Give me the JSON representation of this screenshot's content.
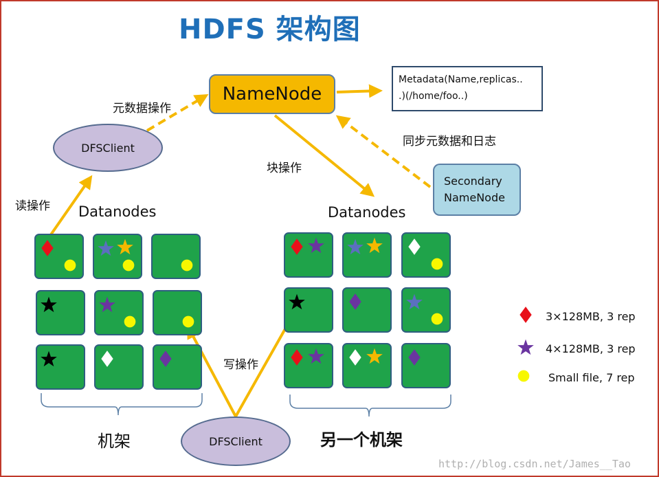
{
  "title": "HDFS 架构图",
  "namenode": {
    "label": "NameNode"
  },
  "metadata": {
    "line1": "Metadata(Name,replicas..",
    "line2": ".)(/home/foo..)"
  },
  "secondary": {
    "line1": "Secondary",
    "line2": "NameNode"
  },
  "client_top": {
    "label": "DFSClient"
  },
  "client_bottom": {
    "label": "DFSClient"
  },
  "labels": {
    "meta_op": "元数据操作",
    "sync": "同步元数据和日志",
    "block_op": "块操作",
    "read_op": "读操作",
    "write_op": "写操作",
    "datanodes_left": "Datanodes",
    "datanodes_right": "Datanodes",
    "rack_left": "机架",
    "rack_right": "另一个机架"
  },
  "legend": [
    {
      "symbol": "diamond",
      "color": "#e8101a",
      "text": "3×128MB, 3 rep"
    },
    {
      "symbol": "star",
      "color": "#6a35a0",
      "text": "4×128MB, 3 rep"
    },
    {
      "symbol": "circle",
      "color": "#f7f700",
      "text": "Small file, 7 rep"
    }
  ],
  "colors": {
    "title": "#1f6fb8",
    "namenode": "#f5b800",
    "datanode": "#1fa34a",
    "client": "#c9bedc",
    "secondary": "#add8e6",
    "arrow": "#f5b800",
    "red": "#e8101a",
    "purple": "#6a35a0",
    "blue": "#5b6fbf",
    "yellow_star": "#f5b800",
    "white": "#ffffff",
    "black": "#000000",
    "dot": "#f7f700"
  },
  "racks": {
    "left": [
      [
        [
          "diamond:red",
          "circle:dot"
        ],
        [
          "star:blue",
          "star:yellow_star",
          "circle:dot"
        ],
        [
          "circle:dot"
        ]
      ],
      [
        [
          "star:black"
        ],
        [
          "star:purple",
          "circle:dot"
        ],
        [
          "circle:dot"
        ]
      ],
      [
        [
          "star:black"
        ],
        [
          "diamond:white"
        ],
        [
          "diamond:purple"
        ]
      ]
    ],
    "right": [
      [
        [
          "diamond:red",
          "star:purple"
        ],
        [
          "star:blue",
          "star:yellow_star"
        ],
        [
          "diamond:white",
          "circle:dot"
        ]
      ],
      [
        [
          "star:black"
        ],
        [
          "diamond:purple"
        ],
        [
          "star:blue",
          "circle:dot"
        ]
      ],
      [
        [
          "diamond:red",
          "star:purple"
        ],
        [
          "diamond:white",
          "star:yellow_star"
        ],
        [
          "diamond:purple"
        ]
      ]
    ]
  },
  "watermark": "http://blog.csdn.net/James__Tao"
}
